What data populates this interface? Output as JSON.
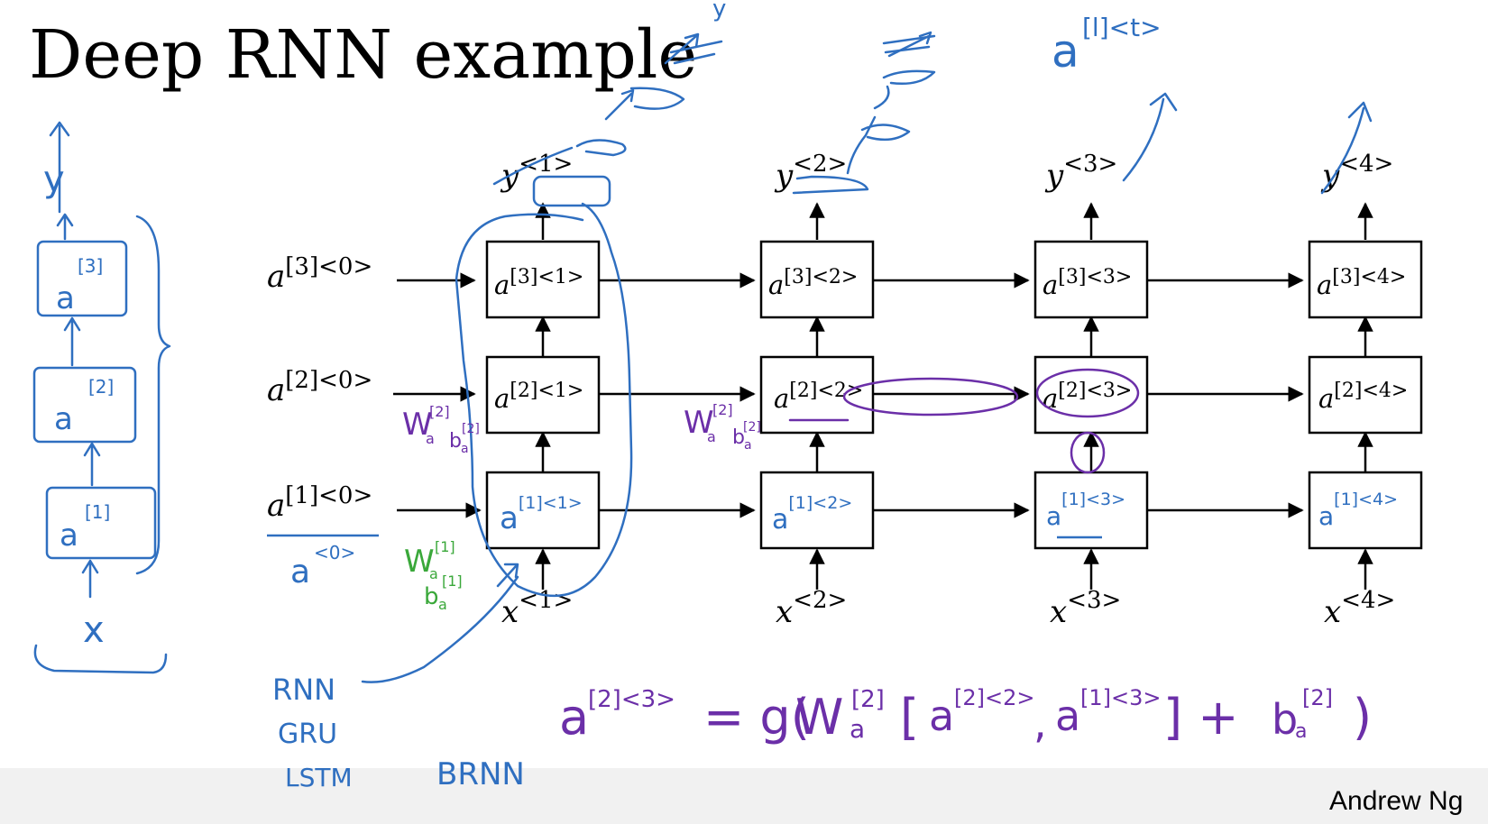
{
  "slide": {
    "title": "Deep RNN example",
    "credit": "Andrew Ng"
  },
  "diagram": {
    "initial_states": [
      {
        "base": "a",
        "sup": "[3]<0>"
      },
      {
        "base": "a",
        "sup": "[2]<0>"
      },
      {
        "base": "a",
        "sup": "[1]<0>"
      }
    ],
    "outputs": [
      {
        "base": "y",
        "sup": "<1>"
      },
      {
        "base": "y",
        "sup": "<2>"
      },
      {
        "base": "y",
        "sup": "<3>"
      },
      {
        "base": "y",
        "sup": "<4>"
      }
    ],
    "inputs": [
      {
        "base": "x",
        "sup": "<1>"
      },
      {
        "base": "x",
        "sup": "<2>"
      },
      {
        "base": "x",
        "sup": "<3>"
      },
      {
        "base": "x",
        "sup": "<4>"
      }
    ],
    "layer3_cells": [
      {
        "base": "a",
        "sup": "[3]<1>"
      },
      {
        "base": "a",
        "sup": "[3]<2>"
      },
      {
        "base": "a",
        "sup": "[3]<3>"
      },
      {
        "base": "a",
        "sup": "[3]<4>"
      }
    ],
    "layer2_cells": [
      {
        "base": "a",
        "sup": "[2]<1>"
      },
      {
        "base": "a",
        "sup": "[2]<2>"
      },
      {
        "base": "a",
        "sup": "[2]<3>"
      },
      {
        "base": "a",
        "sup": "[2]<4>"
      }
    ],
    "layer1_cells": [
      {
        "base": "a",
        "sup": "[1]<1>"
      },
      {
        "base": "a",
        "sup": "[1]<2>"
      },
      {
        "base": "a",
        "sup": "[1]<3>"
      },
      {
        "base": "a",
        "sup": "[1]<4>"
      }
    ]
  },
  "annotations": {
    "top_right": {
      "base": "a",
      "sup": "[l]<t>"
    },
    "left_stack": {
      "output": "y",
      "layers": [
        "[3]",
        "[2]",
        "[1]"
      ],
      "input": "x"
    },
    "a0_note": {
      "base": "a",
      "sup": "<0>"
    },
    "params_layer2": {
      "w": "W",
      "w_sub": "a",
      "w_sup": "[2]",
      "b": "b",
      "b_sub": "a",
      "b_sup": "[2]"
    },
    "params_layer1": {
      "w": "W",
      "w_sub": "a",
      "w_sup": "[1]",
      "b": "b",
      "b_sub": "a",
      "b_sup": "[1]"
    },
    "variants": [
      "RNN",
      "GRU",
      "LSTM"
    ],
    "brnn": "BRNN",
    "equation": {
      "lhs_base": "a",
      "lhs_sup": "[2]<3>",
      "eq": "= g(",
      "w": "W",
      "w_sub": "a",
      "w_sup": "[2]",
      "bracket_open": "[",
      "t1_base": "a",
      "t1_sup": "[2]<2>",
      "comma": ",",
      "t2_base": "a",
      "t2_sup": "[1]<3>",
      "bracket_close": "] +",
      "b": "b",
      "b_sub": "a",
      "b_sup": "[2]",
      "close": ")"
    }
  },
  "colors": {
    "ink_blue": "#2f6fc0",
    "ink_purple": "#6b2fa8",
    "ink_green": "#3aa83a"
  }
}
